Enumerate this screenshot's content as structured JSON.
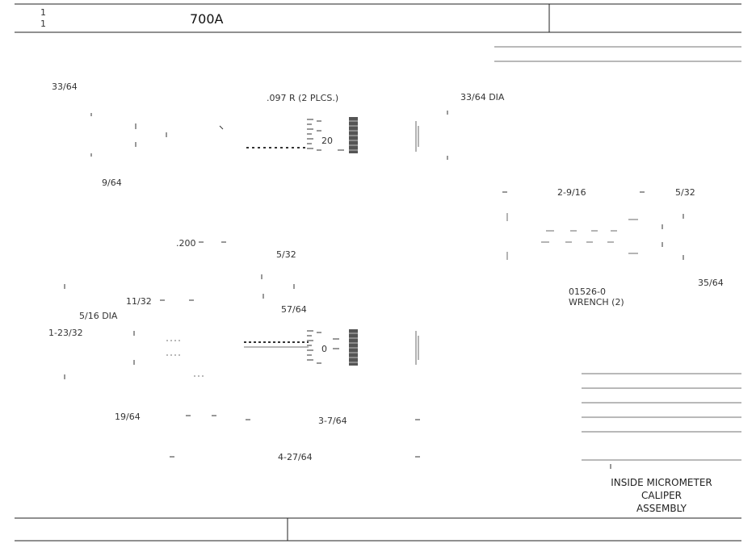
{
  "title_block": {
    "sheet_top": "1",
    "sheet_bottom": "1",
    "part_number": "700A",
    "title_line1": "INSIDE MICROMETER",
    "title_line2": "CALIPER",
    "title_line3": "ASSEMBLY"
  },
  "dimensions": {
    "d1": "33/64",
    "d2": ".097 R (2 PLCS.)",
    "d3": "33/64 DIA",
    "d4": "9/64",
    "d5": ".200",
    "d6": "5/32",
    "d7": "11/32",
    "d8": "5/16 DIA",
    "d9": "1-23/32",
    "d10": "57/64",
    "d11": "19/64",
    "d12": "3-7/64",
    "d13": "4-27/64",
    "d14": "2-9/16",
    "d15": "5/32",
    "d16": "35/64",
    "note_part": "01526-0",
    "note_wrench": "WRENCH (2)"
  },
  "scale_marks": {
    "upper_number": "20",
    "lower_number": "0"
  }
}
